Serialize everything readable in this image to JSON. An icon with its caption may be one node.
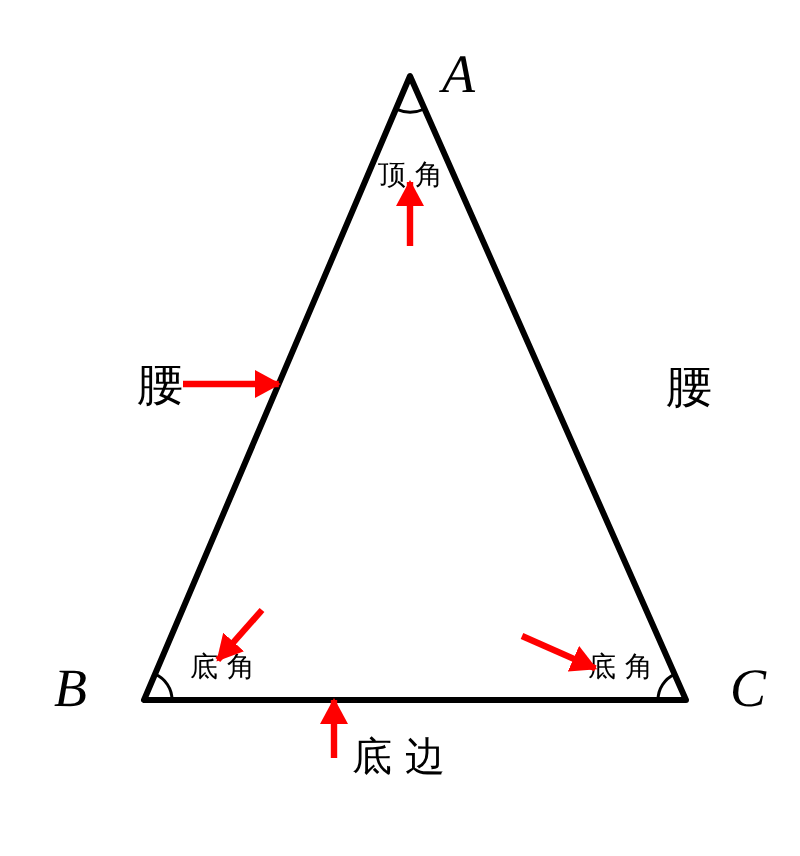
{
  "diagram": {
    "nodes": [
      {
        "text": [
          "顶 角"
        ],
        "in": 5
      },
      {
        "text": [
          "底 角"
        ],
        "in": 5
      },
      {
        "text": [
          "底 角"
        ],
        "in": 5
      },
      {
        "text": [
          "腰"
        ]
      },
      {
        "text": [
          "底 边"
        ]
      },
      {
        "text": [],
        "shape": "triangle"
      }
    ],
    "edges": [
      {
        "from": null,
        "to": 0,
        "arrow": "to"
      },
      {
        "from": null,
        "to": 1,
        "arrow": "to"
      },
      {
        "from": null,
        "to": 2,
        "arrow": "to"
      },
      {
        "from": 3,
        "to": 5,
        "arrow": "to"
      },
      {
        "from": 4,
        "to": 5,
        "arrow": "to"
      }
    ],
    "labels": [
      "A",
      "B",
      "C",
      "腰"
    ]
  }
}
